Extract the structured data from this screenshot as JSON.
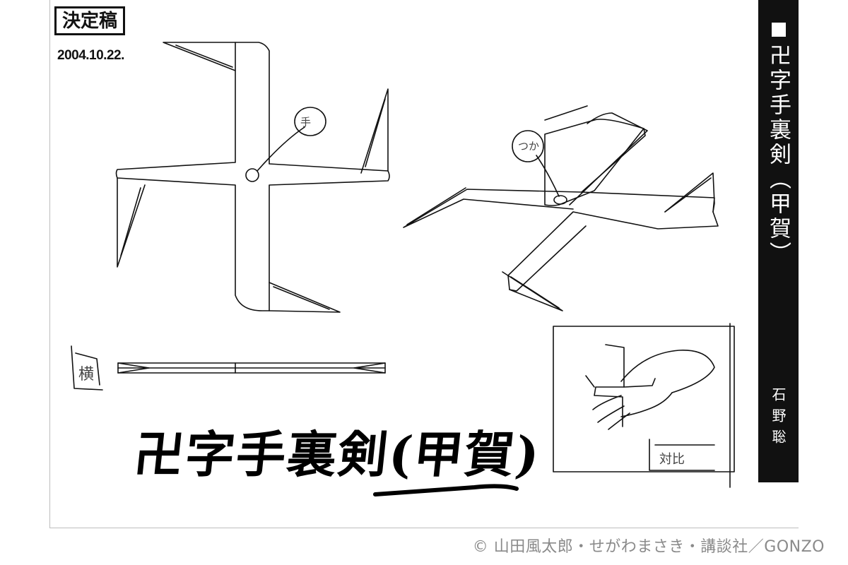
{
  "stamp": {
    "label": "決定稿"
  },
  "date": "2004.10.22.",
  "sidebar": {
    "title": "卍字手裏剣（甲賀）",
    "author": "石野聡"
  },
  "calligraphy": "卍字手裏剣(甲賀)",
  "notes": {
    "front_callout": "手",
    "angled_callout": "つか",
    "side_label": "横",
    "hand_label": "対比"
  },
  "copyright": "© 山田風太郎・せがわまさき・講談社／GONZO",
  "colors": {
    "panel": "#111111",
    "ink": "#000000",
    "copyright": "#8a8a8a"
  }
}
